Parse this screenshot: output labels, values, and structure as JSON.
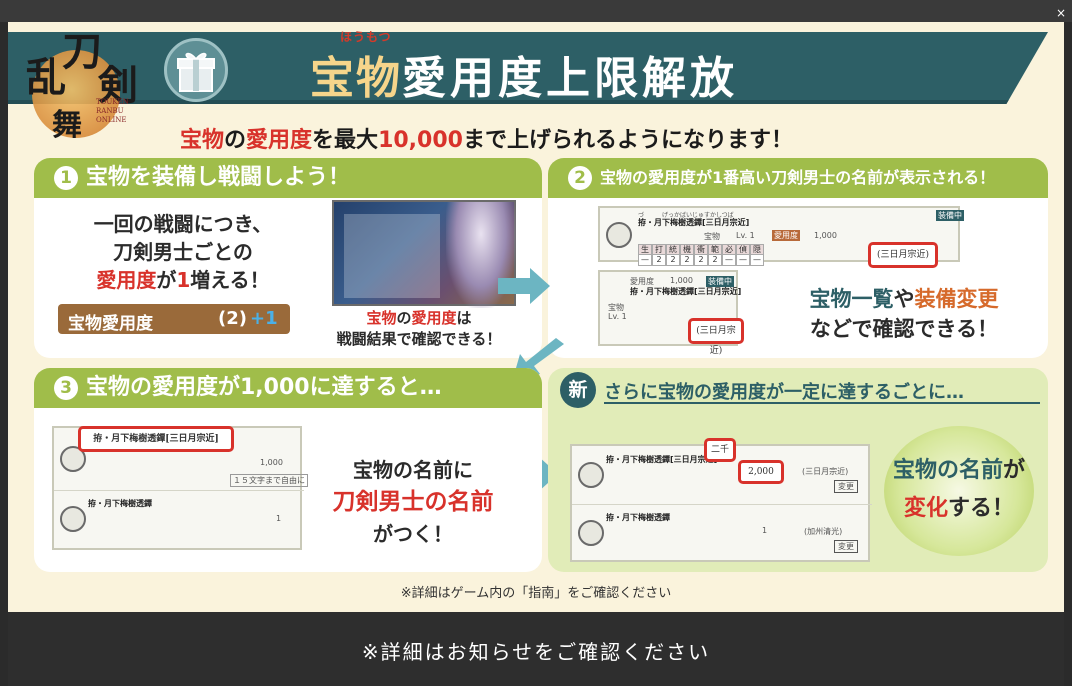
{
  "window": {
    "close_glyph": "×"
  },
  "header": {
    "logo_text": [
      "刀",
      "剣",
      "乱",
      "舞"
    ],
    "logo_sub": "TOUKEN RANBU ONLINE",
    "title_ruby": "ほうもつ",
    "title_accent": "宝物",
    "title_main": "愛用度上限解放",
    "subtitle_parts": [
      "宝物",
      "の",
      "愛用度",
      "を最大",
      "10,000",
      "まで上げられるようになります！"
    ]
  },
  "step1": {
    "number": "1",
    "heading": "宝物を装備し戦闘しよう！",
    "lines": [
      "一回の戦闘につき、",
      "刀剣男士ごとの"
    ],
    "line3_parts": [
      "愛用度",
      "が",
      "1",
      "増える！"
    ],
    "plate_label": "宝物愛用度",
    "plate_value": "(2)",
    "plate_plus": "+1",
    "caption_parts": [
      "宝物",
      "の",
      "愛用度",
      "は"
    ],
    "caption_line2": "戦闘結果で確認できる！"
  },
  "step2": {
    "number": "2",
    "heading": "宝物の愛用度が1番高い刀剣男士の名前が表示される！",
    "shot_name": "拵・月下梅樹透鐔[三日月宗近]",
    "shot_ruby": "づ　　　げっかばいじゅすかしつば",
    "shot_type": "宝物",
    "shot_level": "Lv. 1",
    "shot_aiyou": "愛用度",
    "shot_value": "1,000",
    "shot_owner": "(三日月宗近)",
    "equip_tag": "装備中",
    "body_parts": [
      "宝物一覧",
      "や",
      "装備変更"
    ],
    "body_line2": "などで確認できる！"
  },
  "step3": {
    "number": "3",
    "heading": "宝物の愛用度が1,000に達すると…",
    "shot_name": "拵・月下梅樹透鐔[三日月宗近]",
    "shot_name2": "拵・月下梅樹透鐔",
    "shot_value": "1,000",
    "shot_value2": "1",
    "shot_note": "１５文字まで自由に",
    "body_line1": "宝物の名前に",
    "body_line2": "刀剣男士の名前",
    "body_line3": "がつく！"
  },
  "new": {
    "badge": "新",
    "heading": "さらに宝物の愛用度が一定に達するごとに…",
    "shot_name": "拵・月下梅樹透鐔[三日月宗近]",
    "shot_name2": "拵・月下梅樹透鐔",
    "shot_rank": "二千",
    "shot_value": "2,000",
    "shot_value2": "1",
    "shot_owner": "(三日月宗近)",
    "shot_owner2": "(加州清光)",
    "change_label": "変更",
    "body_line1_parts": [
      "宝物の名前",
      "が"
    ],
    "body_line2_parts": [
      "変化",
      "する！"
    ]
  },
  "footnote": "※詳細はゲーム内の「指南」をご確認ください",
  "bottom_bar": "※詳細はお知らせをご確認ください",
  "colors": {
    "teal": "#2d5f66",
    "green": "#a0bd4a",
    "red": "#d8322b",
    "cream": "#faf3dc",
    "dark": "#2e2e2e"
  },
  "stat_headers": [
    "生存",
    "打撃",
    "統率",
    "機動",
    "衝力",
    "範囲",
    "必殺",
    "偵察",
    "隠蔽"
  ],
  "stat_values": [
    "—",
    "2",
    "2",
    "2",
    "2",
    "2",
    "—",
    "—",
    "—"
  ]
}
